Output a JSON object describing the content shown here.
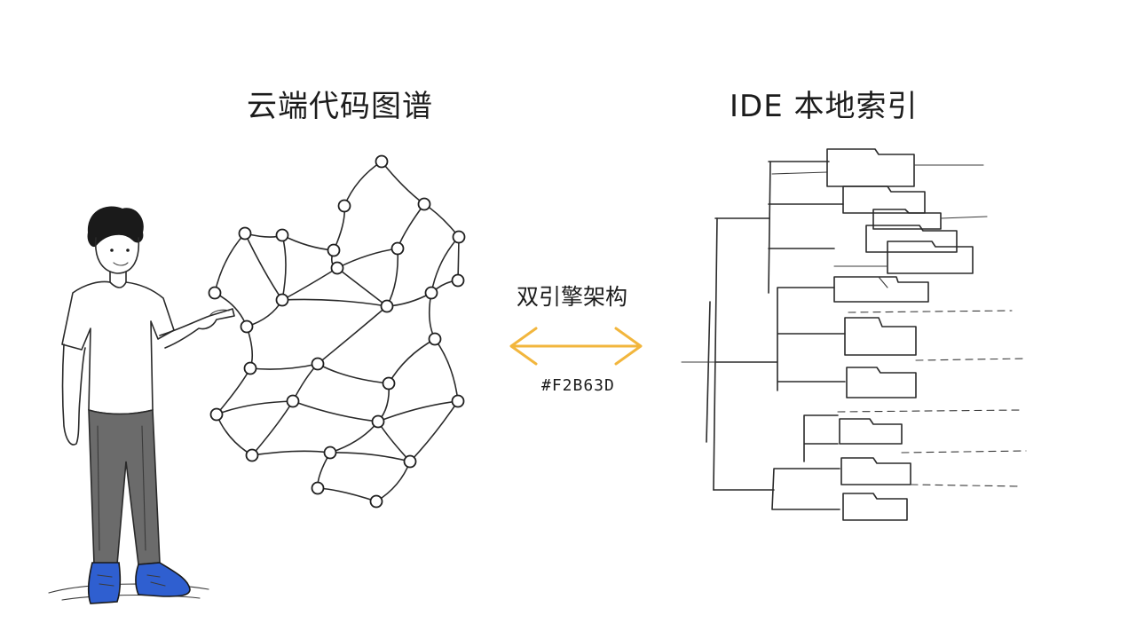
{
  "titles": {
    "left": "云端代码图谱",
    "right": "IDE 本地索引"
  },
  "center": {
    "label": "双引擎架构",
    "color_code": "#F2B63D"
  },
  "colors": {
    "arrow": "#F2B63D",
    "shoes": "#2F5FD0",
    "pants": "#6b6b6b",
    "ink": "#1c1c1c"
  },
  "icons": {
    "person": "person-pointing-illustration",
    "graph": "node-graph-network",
    "tree": "folder-tree-structure",
    "arrow": "double-headed-arrow"
  }
}
